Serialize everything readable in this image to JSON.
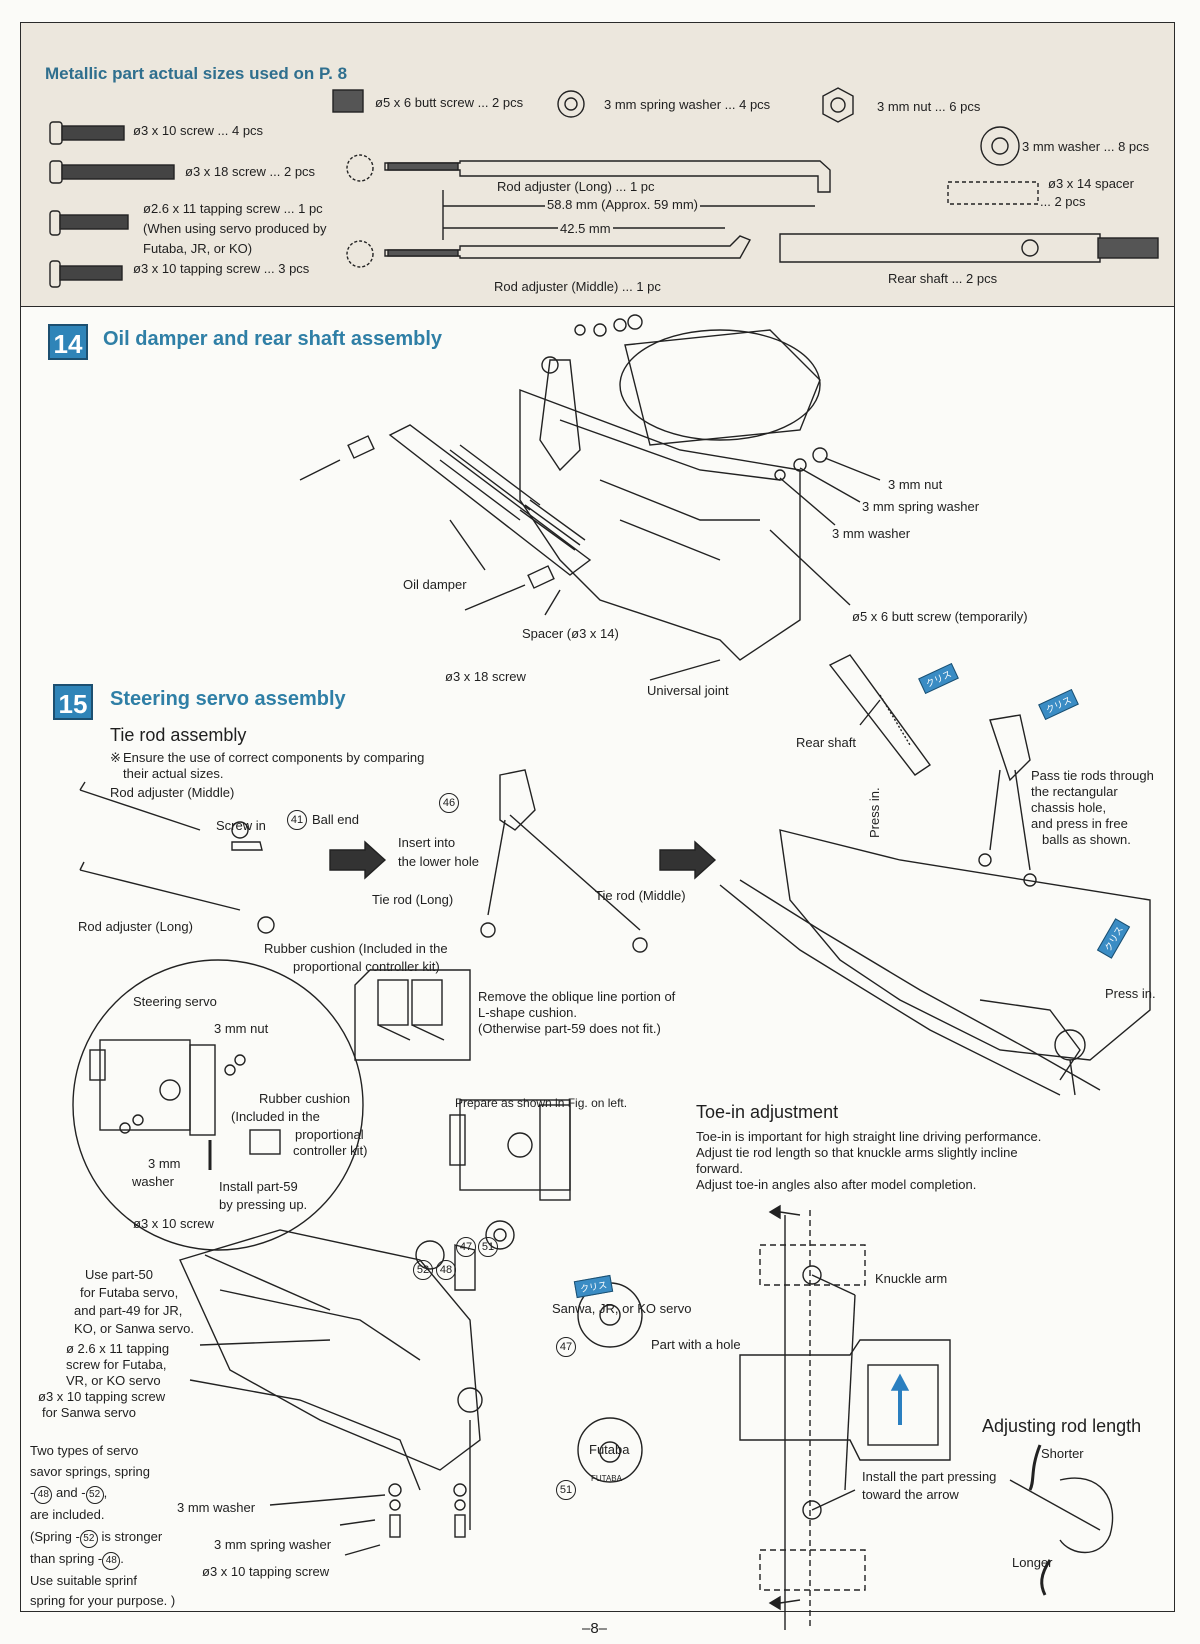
{
  "parts_panel": {
    "title": "Metallic part actual sizes used on P. 8",
    "butt_screw": "ø5 x 6 butt screw ... 2 pcs",
    "spring_washer": "3 mm spring washer ... 4 pcs",
    "nut": "3 mm nut ... 6 pcs",
    "screw_3x10": "ø3 x 10 screw ... 4 pcs",
    "washer": "3 mm washer ... 8 pcs",
    "screw_3x18": "ø3 x 18 screw ... 2 pcs",
    "rod_long": "Rod adjuster (Long) ... 1 pc",
    "length_long": "58.8 mm (Approx. 59 mm)",
    "spacer_label": "ø3 x 14 spacer",
    "spacer_qty": "... 2 pcs",
    "tapping_26_1": "ø2.6 x 11 tapping screw ... 1 pc",
    "tapping_26_2": "(When using servo produced by",
    "tapping_26_3": "Futaba, JR, or KO)",
    "length_middle": "42.5 mm",
    "tapping_3x10": "ø3 x 10 tapping screw ... 3 pcs",
    "rod_middle": "Rod adjuster (Middle) ... 1 pc",
    "rear_shaft": "Rear shaft ... 2 pcs"
  },
  "step14": {
    "number": "14",
    "title": "Oil damper and rear shaft assembly",
    "labels": {
      "nut": "3 mm nut",
      "spring_washer": "3 mm spring washer",
      "washer": "3 mm washer",
      "oil_damper": "Oil damper",
      "butt_screw": "ø5 x 6 butt screw (temporarily)",
      "spacer": "Spacer (ø3 x 14)",
      "screw_3x18": "ø3 x 18 screw",
      "universal_joint": "Universal joint",
      "rear_shaft": "Rear shaft",
      "grease": "クリス"
    }
  },
  "step15": {
    "number": "15",
    "title": "Steering servo assembly",
    "tie_rod_heading": "Tie rod assembly",
    "note_mark": "※",
    "note_1": "Ensure the use of correct components by comparing",
    "note_2": "their actual sizes.",
    "labels": {
      "rod_middle": "Rod adjuster (Middle)",
      "screw_in": "Screw in",
      "part41": "41",
      "ball_end": "Ball end",
      "part46": "46",
      "insert_1": "Insert into",
      "insert_2": "the lower hole",
      "tie_long": "Tie rod (Long)",
      "tie_middle": "Tie rod (Middle)",
      "rod_long": "Rod  adjuster (Long)",
      "rubber_1": "Rubber cushion (Included in the",
      "rubber_2": "proportional controller kit)",
      "remove_1": "Remove the oblique line portion of",
      "remove_2": "L-shape cushion.",
      "remove_3": "(Otherwise part-59 does not fit.)",
      "press_in_v": "Press in.",
      "pass_1": "Pass tie rods through",
      "pass_2": "the rectangular",
      "pass_3": "chassis hole,",
      "pass_4": "and press in free",
      "pass_5": "balls  as shown.",
      "press_in": "Press in.",
      "steering_servo": "Steering servo",
      "nut": "3 mm nut",
      "rc_1": "Rubber cushion",
      "rc_2": "(Included in the",
      "rc_3": "proportional",
      "rc_4": "controller kit)",
      "washer_1": "3 mm",
      "washer_2": "washer",
      "install59_1": "Install part-59",
      "install59_2": "by pressing up.",
      "screw_3x10": "ø3 x 10 screw",
      "prepare": "Prepare as shown in Fig. on left.",
      "p47": "47",
      "p51": "51",
      "p52": "52",
      "p48": "48",
      "sanwa": "Sanwa, JR, or KO servo",
      "hole": "Part with a hole",
      "futaba": "Futaba",
      "futaba_mark": "FUTABA",
      "use50_1": "Use part-50",
      "use50_2": "for Futaba servo,",
      "use50_3": "and part-49 for JR,",
      "use50_4": "KO, or Sanwa servo.",
      "tap26_1": "ø 2.6 x 11 tapping",
      "tap26_2": "screw for Futaba,",
      "tap26_3": "VR, or KO servo",
      "tap3_1": "ø3 x 10 tapping screw",
      "tap3_2": "for Sanwa servo",
      "two_1": "Two types of servo",
      "two_2": "savor springs, spring",
      "two_3a": "-",
      "two_3b": "and -",
      "two_3c": ",",
      "two_4": "are included.",
      "two_5a": "(Spring -",
      "two_5b": "is stronger",
      "two_6a": "than spring -",
      "two_6b": ".",
      "two_7": "Use suitable sprinf",
      "two_8": "spring for your purpose. )",
      "washer3": "3 mm washer",
      "spring_washer3": "3 mm spring washer",
      "tap3x10": "ø3 x 10 tapping screw"
    },
    "toe_in": {
      "heading": "Toe-in adjustment",
      "p1": "Toe-in is important for high straight line driving performance.",
      "p2": "Adjust tie rod length so  that knuckle arms slightly incline",
      "p3": "forward.",
      "p4": "Adjust toe-in angles also after model completion.",
      "knuckle": "Knuckle arm",
      "install_1": "Install the part pressing",
      "install_2": "toward the arrow",
      "adj_heading": "Adjusting rod length",
      "shorter": "Shorter",
      "longer": "Longer"
    }
  },
  "page_number": "–8–"
}
